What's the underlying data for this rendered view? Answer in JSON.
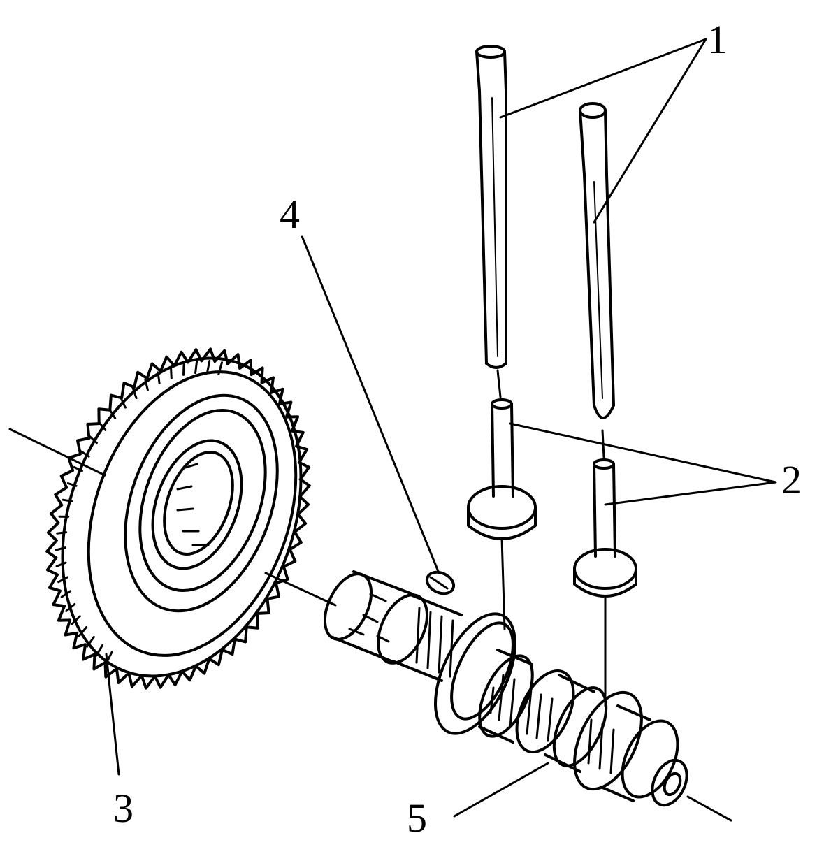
{
  "labels": {
    "l1": "1",
    "l2": "2",
    "l3": "3",
    "l4": "4",
    "l5": "5"
  },
  "parts": [
    {
      "number": "1",
      "icon": "push-rod"
    },
    {
      "number": "2",
      "icon": "valve-tappet"
    },
    {
      "number": "3",
      "icon": "camshaft-gear"
    },
    {
      "number": "4",
      "icon": "woodruff-key"
    },
    {
      "number": "5",
      "icon": "camshaft"
    }
  ],
  "colors": {
    "ink": "#000000",
    "paper": "#ffffff"
  }
}
